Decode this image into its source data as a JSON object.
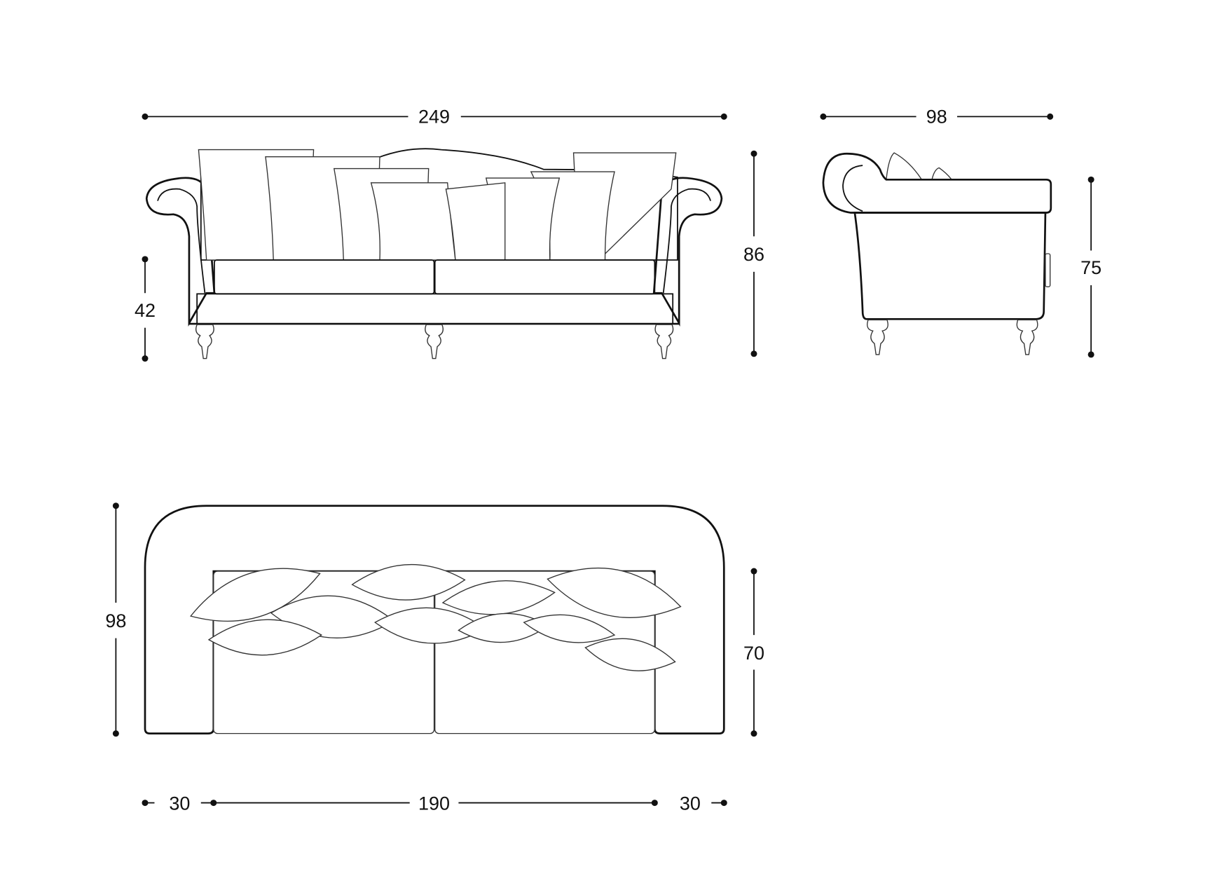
{
  "drawing": {
    "front_view": {
      "width_cm": "249",
      "height_cm": "86",
      "seat_height_cm": "42"
    },
    "side_view": {
      "depth_cm": "98",
      "arm_height_cm": "75"
    },
    "top_view": {
      "depth_cm": "98",
      "seat_depth_cm": "70",
      "arm_left_cm": "30",
      "seat_width_cm": "190",
      "arm_right_cm": "30"
    },
    "colors": {
      "line": "#111111",
      "fabric_pattern": "#d8d8d8",
      "background": "#ffffff"
    }
  }
}
